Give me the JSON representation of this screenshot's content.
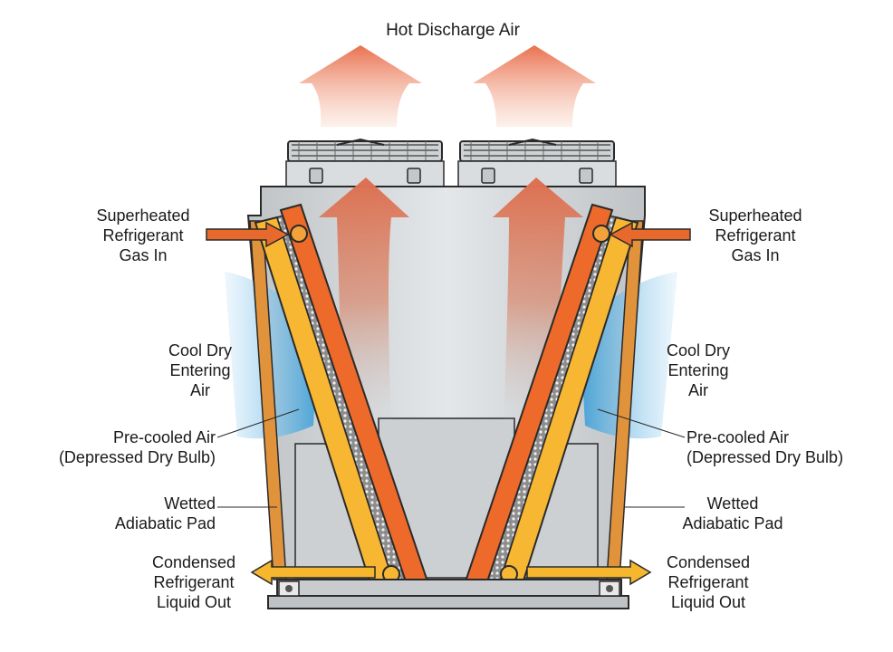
{
  "title": "Hot Discharge Air",
  "labels": {
    "left": {
      "gas_in": [
        "Superheated",
        "Refrigerant",
        "Gas In"
      ],
      "cool_air": [
        "Cool Dry",
        "Entering",
        "Air"
      ],
      "precooled": [
        "Pre-cooled Air",
        "(Depressed Dry Bulb)"
      ],
      "pad": [
        "Wetted",
        "Adiabatic Pad"
      ],
      "liquid_out": [
        "Condensed",
        "Refrigerant",
        "Liquid Out"
      ]
    },
    "right": {
      "gas_in": [
        "Superheated",
        "Refrigerant",
        "Gas In"
      ],
      "cool_air": [
        "Cool Dry",
        "Entering",
        "Air"
      ],
      "precooled": [
        "Pre-cooled Air",
        "(Depressed Dry Bulb)"
      ],
      "pad": [
        "Wetted",
        "Adiabatic Pad"
      ],
      "liquid_out": [
        "Condensed",
        "Refrigerant",
        "Liquid Out"
      ]
    }
  },
  "colors": {
    "hot_air": "#e9714f",
    "refrigerant_gas": "#e8692c",
    "coil_orange": "#ee6a2a",
    "coil_yellow": "#f7b733",
    "pad": "#e1933c",
    "cool_air": "#3aa3dc",
    "liquid": "#f6b62e",
    "housing": "#d3d6d8",
    "outline": "#2a2a2a"
  }
}
